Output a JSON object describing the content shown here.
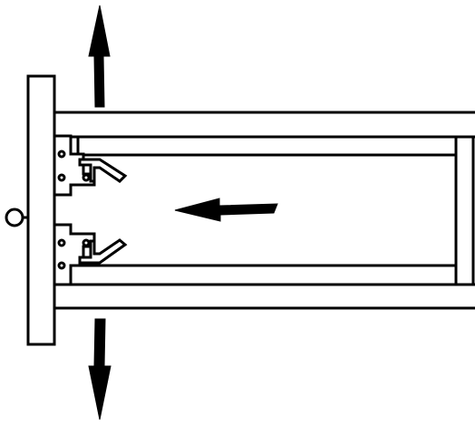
{
  "diagram": {
    "colors": {
      "stroke": "#000000",
      "fill": "#ffffff"
    },
    "elements": [
      "end-plate",
      "pull-ring",
      "upper-rail",
      "lower-rail",
      "inner-bar",
      "upper-latch",
      "lower-latch",
      "arrow-up",
      "arrow-left",
      "arrow-down"
    ]
  }
}
